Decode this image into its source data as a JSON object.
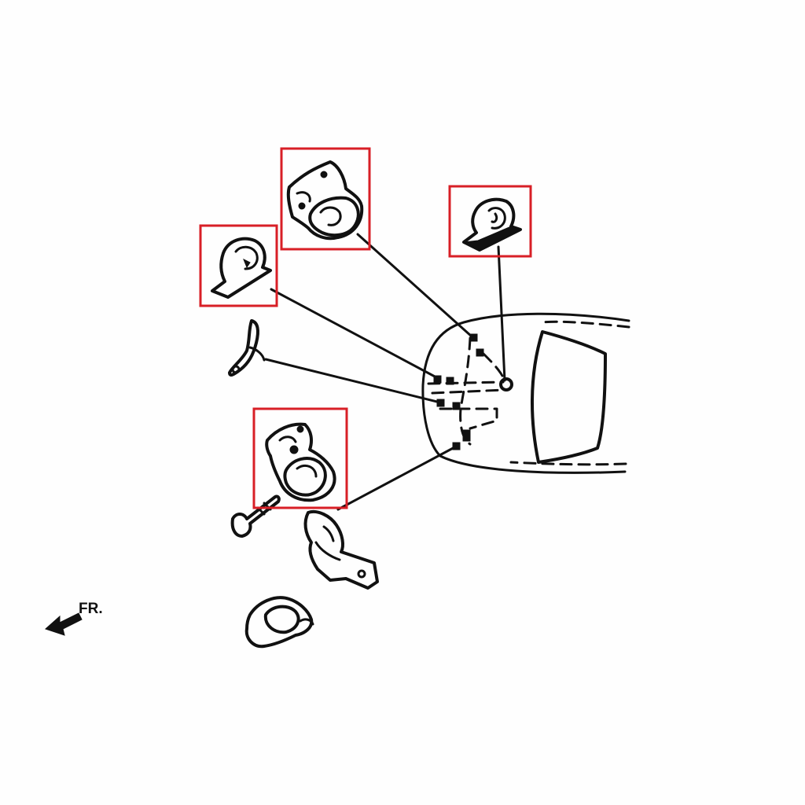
{
  "diagram": {
    "direction_label": "FR.",
    "highlight_color": "#d81f26",
    "ink_color": "#111111",
    "background_color": "#fefefe",
    "parts": [
      {
        "name": "upper-engine-mount",
        "highlighted": true
      },
      {
        "name": "left-side-mount",
        "highlighted": true
      },
      {
        "name": "right-side-mount",
        "highlighted": true
      },
      {
        "name": "lower-transmission-mount",
        "highlighted": true
      },
      {
        "name": "mount-bracket",
        "highlighted": false
      },
      {
        "name": "through-bolt",
        "highlighted": false
      },
      {
        "name": "lower-bracket",
        "highlighted": false
      },
      {
        "name": "rear-mount",
        "highlighted": false
      }
    ]
  }
}
